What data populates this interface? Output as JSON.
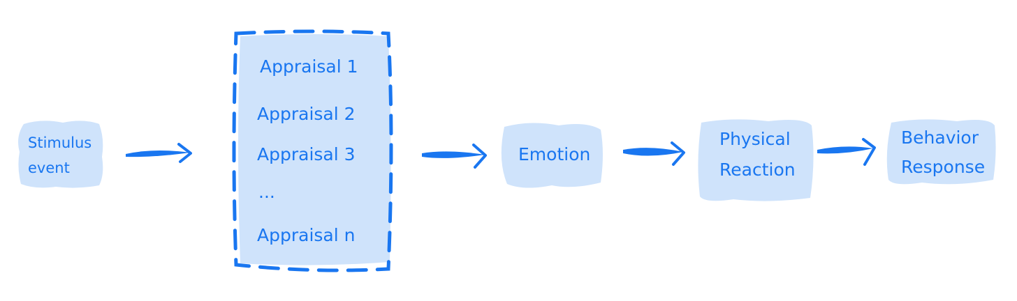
{
  "diagram": {
    "nodes": {
      "stimulus": {
        "line1": "Stimulus",
        "line2": "event"
      },
      "appraisals": {
        "items": [
          "Appraisal 1",
          "Appraisal 2",
          "Appraisal 3",
          "...",
          "Appraisal n"
        ]
      },
      "emotion": {
        "label": "Emotion"
      },
      "physical": {
        "line1": "Physical",
        "line2": "Reaction"
      },
      "behavior": {
        "line1": "Behavior",
        "line2": "Response"
      }
    },
    "edges": [
      {
        "from": "stimulus",
        "to": "appraisals"
      },
      {
        "from": "appraisals",
        "to": "emotion"
      },
      {
        "from": "emotion",
        "to": "physical"
      },
      {
        "from": "physical",
        "to": "behavior"
      }
    ],
    "colors": {
      "fill": "#cfe3fb",
      "stroke": "#1976f0",
      "text": "#1976f0"
    }
  }
}
